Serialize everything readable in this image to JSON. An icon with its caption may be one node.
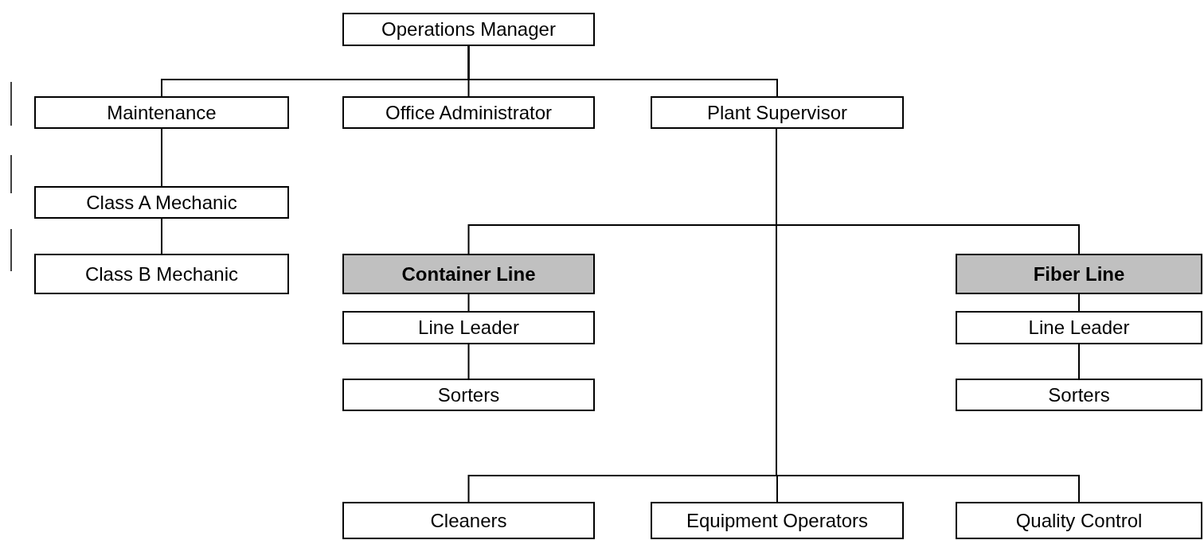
{
  "diagram": {
    "nodes": [
      {
        "text": [
          "Operations Manager"
        ]
      },
      {
        "text": [
          "Maintenance"
        ]
      },
      {
        "text": [
          "Office Administrator"
        ]
      },
      {
        "text": [
          "Plant Supervisor"
        ]
      },
      {
        "text": [
          "Class A Mechanic"
        ]
      },
      {
        "text": [
          "Class B Mechanic"
        ]
      },
      {
        "text": [
          "Container Line"
        ]
      },
      {
        "text": [
          "Fiber Line"
        ]
      },
      {
        "text": [
          "Line Leader"
        ]
      },
      {
        "text": [
          "Sorters"
        ]
      },
      {
        "text": [
          "Line Leader"
        ]
      },
      {
        "text": [
          "Sorters"
        ]
      },
      {
        "text": [
          "Cleaners"
        ]
      },
      {
        "text": [
          "Equipment Operators"
        ]
      },
      {
        "text": [
          "Quality Control"
        ]
      }
    ],
    "edges": [
      {
        "from": 0,
        "to": 1,
        "arrow": "none"
      },
      {
        "from": 0,
        "to": 2,
        "arrow": "none"
      },
      {
        "from": 0,
        "to": 3,
        "arrow": "none"
      },
      {
        "from": 1,
        "to": 4,
        "arrow": "none"
      },
      {
        "from": 4,
        "to": 5,
        "arrow": "none"
      },
      {
        "from": 3,
        "to": 6,
        "arrow": "none"
      },
      {
        "from": 3,
        "to": 7,
        "arrow": "none"
      },
      {
        "from": 6,
        "to": 8,
        "arrow": "none"
      },
      {
        "from": 8,
        "to": 9,
        "arrow": "none"
      },
      {
        "from": 7,
        "to": 10,
        "arrow": "none"
      },
      {
        "from": 10,
        "to": 11,
        "arrow": "none"
      },
      {
        "from": 3,
        "to": 12,
        "arrow": "none"
      },
      {
        "from": 3,
        "to": 13,
        "arrow": "none"
      },
      {
        "from": 3,
        "to": 14,
        "arrow": "none"
      }
    ]
  }
}
